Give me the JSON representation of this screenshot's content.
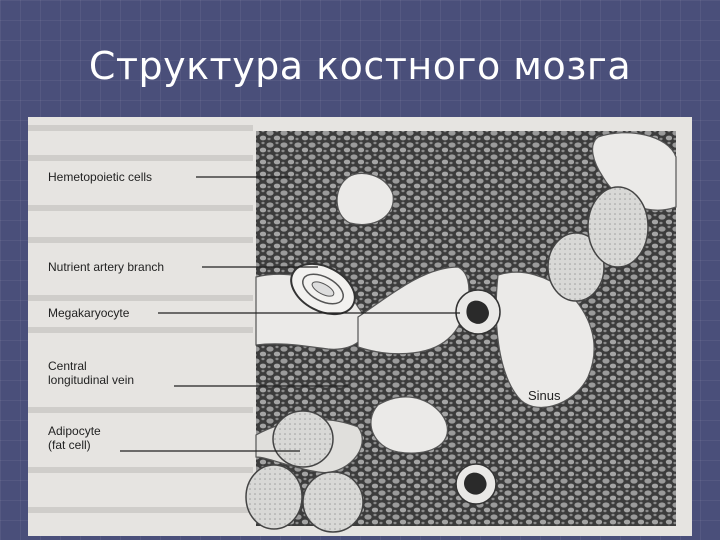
{
  "slide": {
    "title": "Структура костного мозга"
  },
  "figure": {
    "labels": [
      {
        "id": "hemopoietic",
        "lines": [
          "Hemetopoietic cells"
        ]
      },
      {
        "id": "nutrient",
        "lines": [
          "Nutrient artery branch"
        ]
      },
      {
        "id": "megakaryocyte",
        "lines": [
          "Megakaryocyte"
        ]
      },
      {
        "id": "vein",
        "lines": [
          "Central",
          "longitudinal vein"
        ]
      },
      {
        "id": "adipocyte",
        "lines": [
          "Adipocyte",
          "(fat cell)"
        ]
      }
    ],
    "sinus_label": "Sinus"
  }
}
